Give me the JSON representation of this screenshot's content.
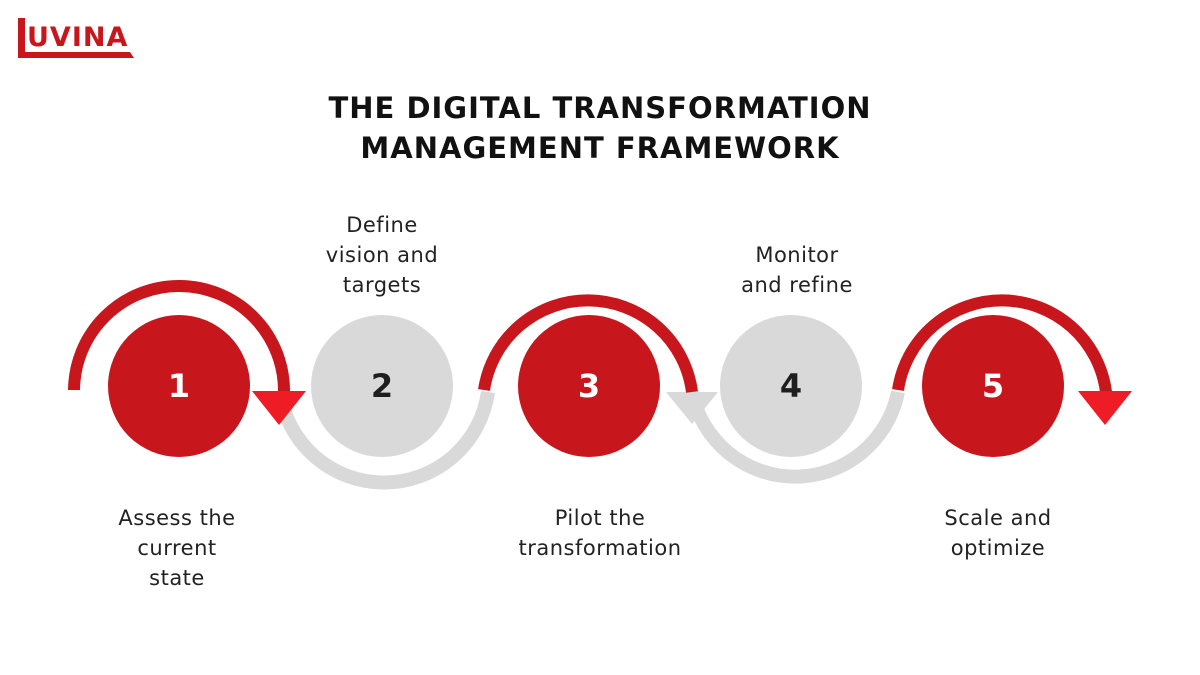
{
  "logo": {
    "text": "UVINA",
    "color": "#c8161d"
  },
  "title": {
    "line1": "THE DIGITAL TRANSFORMATION",
    "line2": "MANAGEMENT FRAMEWORK"
  },
  "colors": {
    "accent": "#c8161d",
    "arrow": "#ee1c25",
    "neutral": "#d9d9d9",
    "connector": "#d9d9d9"
  },
  "steps": [
    {
      "number": "1",
      "label_lines": [
        "Assess the",
        "current",
        "state"
      ],
      "style": "red"
    },
    {
      "number": "2",
      "label_lines": [
        "Define",
        "vision and",
        "targets"
      ],
      "style": "grey"
    },
    {
      "number": "3",
      "label_lines": [
        "Pilot the",
        "transformation"
      ],
      "style": "red"
    },
    {
      "number": "4",
      "label_lines": [
        "Monitor",
        "and refine"
      ],
      "style": "grey"
    },
    {
      "number": "5",
      "label_lines": [
        "Scale and",
        "optimize"
      ],
      "style": "red"
    }
  ]
}
